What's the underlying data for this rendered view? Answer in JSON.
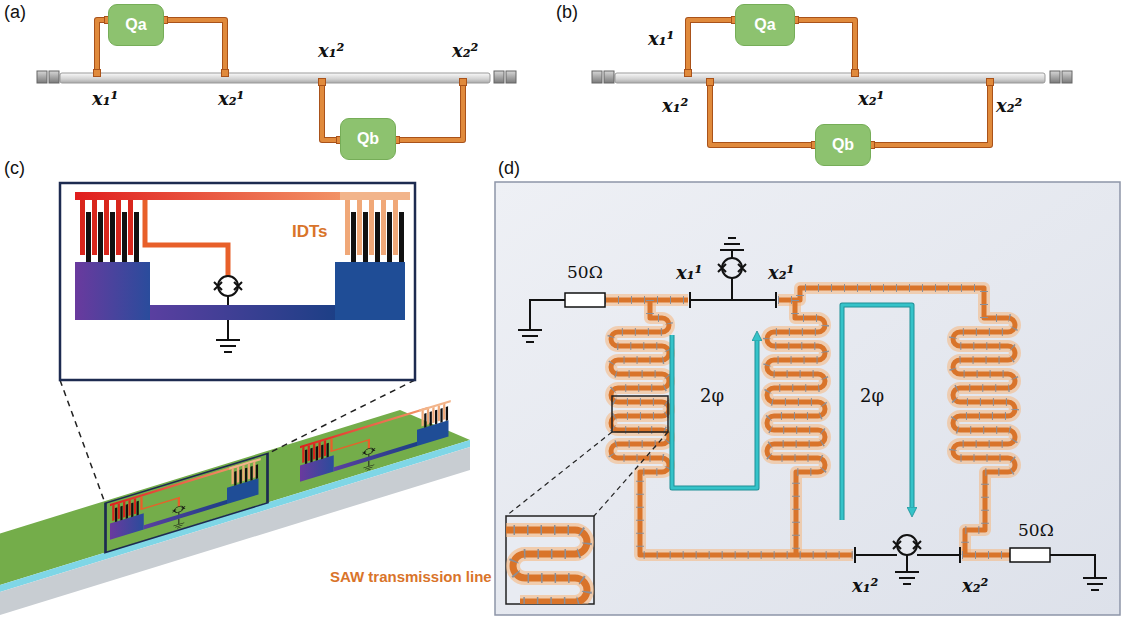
{
  "diagram": {
    "nodes": [
      {
        "text": [
          "Qa"
        ]
      },
      {
        "text": [
          "Qb"
        ]
      },
      {
        "text": [
          "Qa"
        ]
      },
      {
        "text": [
          "Qb"
        ]
      }
    ],
    "labels": [
      "(a)",
      "x₁¹",
      "x₂¹",
      "x₁²",
      "x₂²",
      "(b)",
      "x₁¹",
      "x₂¹",
      "x₁²",
      "x₂²",
      "(c)",
      "IDTs",
      "SAW transmission line",
      "(d)",
      "50Ω",
      "x₁¹",
      "x₂¹",
      "2φ",
      "2φ",
      "x₁²",
      "x₂²",
      "50Ω"
    ]
  }
}
